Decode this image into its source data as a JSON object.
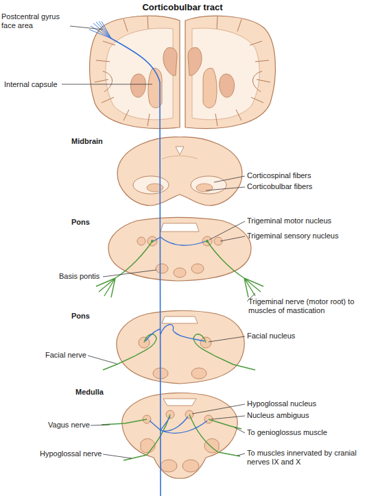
{
  "diagram": {
    "title": "Corticobulbar tract",
    "labels": [
      "Postcentral gyrus face area",
      "Internal capsule",
      "Midbrain",
      "Corticospinal fibers",
      "Corticobulbar fibers",
      "Pons",
      "Trigeminal motor nucleus",
      "Trigeminal sensory nucleus",
      "Basis pontis",
      "Trigeminal nerve (motor root) to muscles of mastication",
      "Pons",
      "Facial nucleus",
      "Facial nerve",
      "Medulla",
      "Hypoglossal nucleus",
      "Nucleus ambiguus",
      "Vagus nerve",
      "To genioglossus muscle",
      "Hypoglossal nerve",
      "To muscles innervated by cranial nerves IX and X"
    ]
  }
}
